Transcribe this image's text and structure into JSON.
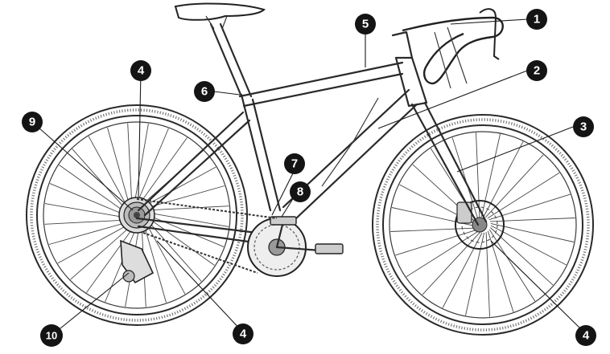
{
  "callouts": [
    {
      "id": "1",
      "label": "1"
    },
    {
      "id": "2",
      "label": "2"
    },
    {
      "id": "3",
      "label": "3"
    },
    {
      "id": "4a",
      "label": "4"
    },
    {
      "id": "4b",
      "label": "4"
    },
    {
      "id": "4c",
      "label": "4"
    },
    {
      "id": "5",
      "label": "5"
    },
    {
      "id": "6",
      "label": "6"
    },
    {
      "id": "7",
      "label": "7"
    },
    {
      "id": "8",
      "label": "8"
    },
    {
      "id": "9",
      "label": "9"
    },
    {
      "id": "10",
      "label": "10"
    }
  ],
  "colors": {
    "line": "#2a2a2a",
    "badge": "#141414",
    "badge_text": "#ffffff"
  }
}
